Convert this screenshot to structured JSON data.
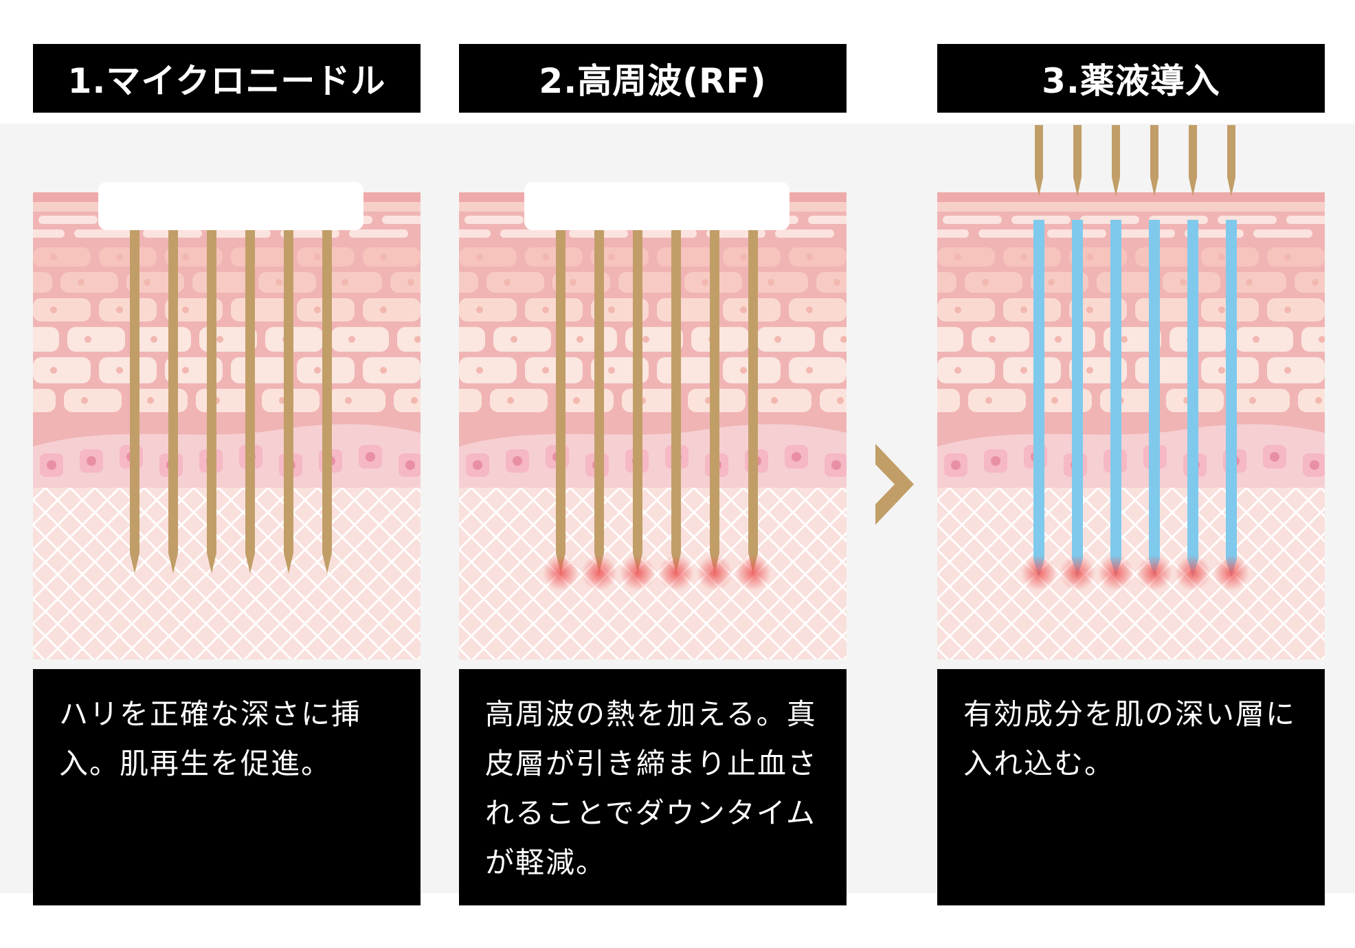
{
  "colors": {
    "needle": "#c19e68",
    "fluid": "#7fc9ec",
    "skin_top": "#f0b4b4",
    "skin_cell": "#fbe6e0",
    "skin_deep": "#f9e0dc",
    "heat": "#ee5a5a",
    "title_bg": "#000000",
    "title_text": "#ffffff",
    "band": "#f4f4f4"
  },
  "icons": {
    "step_arrow": "chevron-right-icon"
  },
  "steps": [
    {
      "title": "1.マイクロニードル",
      "description": "ハリを正確な深さに挿入。肌再生を促進。",
      "needle_color": "needle",
      "has_heat": false,
      "has_device": true,
      "needles_above_skin": false
    },
    {
      "title": "2.高周波(RF)",
      "description": "高周波の熱を加える。真皮層が引き締まり止血されることでダウンタイムが軽減。",
      "needle_color": "needle",
      "has_heat": true,
      "has_device": true,
      "needles_above_skin": false
    },
    {
      "title": "3.薬液導入",
      "description": "有効成分を肌の深い層に入れ込む。",
      "needle_color": "fluid",
      "has_heat": true,
      "has_device": false,
      "needles_above_skin": true
    }
  ]
}
